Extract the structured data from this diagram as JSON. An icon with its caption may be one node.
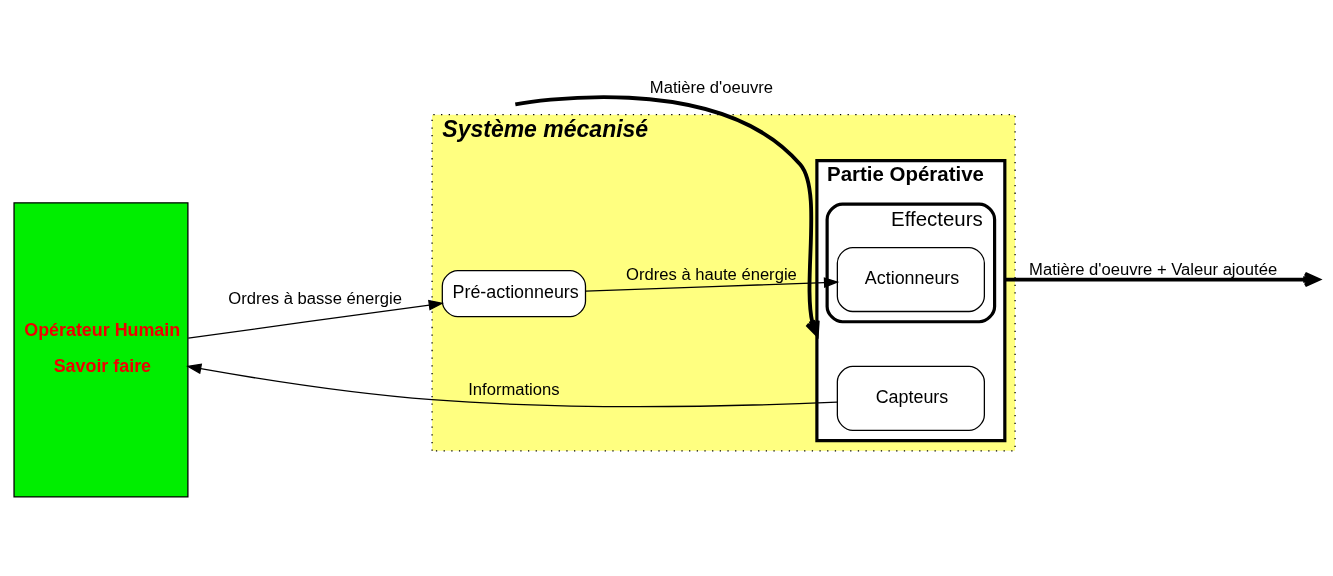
{
  "diagram": {
    "nodes": [
      {
        "text": [
          "Opérateur Humain",
          "Savoir faire"
        ]
      },
      {
        "text": [
          "Système mécanisé"
        ]
      },
      {
        "text": [
          "Pré-actionneurs"
        ],
        "in": 1
      },
      {
        "text": [
          "Partie Opérative"
        ],
        "in": 1
      },
      {
        "text": [
          "Capteurs"
        ],
        "in": 3
      },
      {
        "text": [
          "Effecteurs"
        ],
        "in": 3
      },
      {
        "text": [
          "Actionneurs"
        ],
        "in": 5
      }
    ],
    "edges": [
      {
        "from": null,
        "to": 3,
        "arrow": "to",
        "label": "Matière d'oeuvre",
        "style": "thick"
      },
      {
        "from": 4,
        "to": 0,
        "arrow": "to",
        "label": "Informations"
      },
      {
        "from": 0,
        "to": 2,
        "arrow": "to",
        "label": "Ordres à basse énergie"
      },
      {
        "from": 2,
        "to": 6,
        "arrow": "to",
        "label": "Ordres à haute énergie"
      },
      {
        "from": 3,
        "to": null,
        "arrow": "to",
        "label": "Matière d'oeuvre + Valeur ajoutée",
        "style": "thick"
      }
    ]
  }
}
